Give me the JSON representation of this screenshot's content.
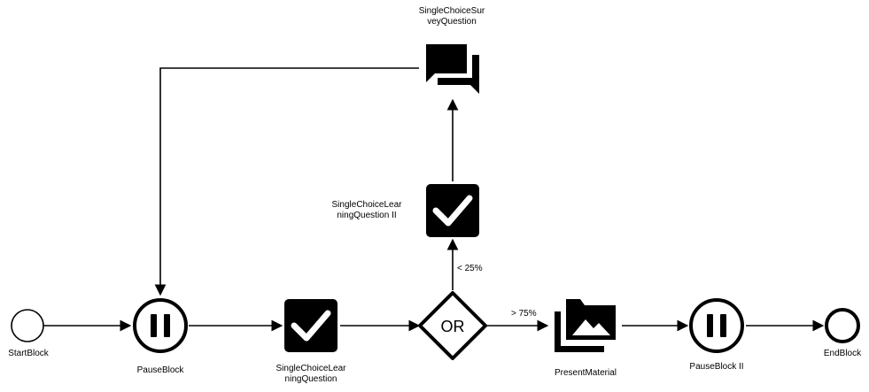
{
  "diagram": {
    "nodes": {
      "start": {
        "label": "StartBlock"
      },
      "pause1": {
        "label": "PauseBlock"
      },
      "question1": {
        "label": "SingleChoiceLear\nningQuestion"
      },
      "gateway": {
        "label": "OR"
      },
      "question2": {
        "label": "SingleChoiceLear\nningQuestion II"
      },
      "survey": {
        "label": "SingleChoiceSur\nveyQuestion"
      },
      "material": {
        "label": "PresentMaterial"
      },
      "pause2": {
        "label": "PauseBlock II"
      },
      "end": {
        "label": "EndBlock"
      }
    },
    "edges": {
      "lt25": {
        "label": "< 25%"
      },
      "gt75": {
        "label": "> 75%"
      }
    },
    "icons": {
      "pause": "pause-icon",
      "check": "checkmark-icon",
      "forum": "forum-chat-icon",
      "library": "photo-library-icon"
    }
  }
}
